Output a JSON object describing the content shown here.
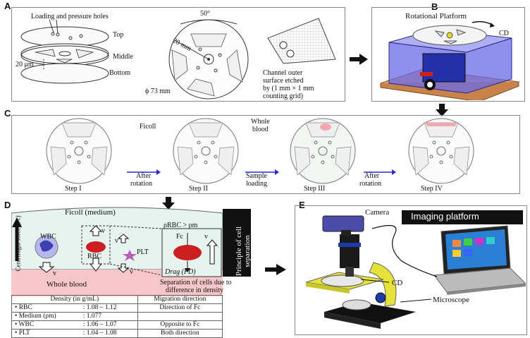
{
  "panelA": {
    "letter": "A",
    "holes_label": "Loading and pressure holes",
    "top": "Top",
    "middle": "Middle",
    "bottom": "Bottom",
    "thickness": "20 μm",
    "angle": "50°",
    "radius": "20 mm",
    "diameter": "ϕ 73 mm",
    "channel_text": [
      "Channel outer",
      "surface etched",
      "by (1 mm × 1 mm",
      "counting grid)"
    ]
  },
  "panelB": {
    "letter": "B",
    "platform": "Rotational Platform",
    "cd": "CD"
  },
  "panelC": {
    "letter": "C",
    "ficoll": "Ficoll",
    "whole_blood": [
      "Whole",
      "blood"
    ],
    "steps": [
      "Step I",
      "Step II",
      "Step III",
      "Step IV"
    ],
    "arrows": [
      [
        "After",
        "rotation"
      ],
      [
        "Sample",
        "loading"
      ],
      [
        "After",
        "rotation"
      ]
    ]
  },
  "panelD": {
    "letter": "D",
    "ficoll_medium": "Ficoll (medium)",
    "whole_blood": "Whole blood",
    "centrifugal": "Centrifugal force (Fc)",
    "wbc": "WBC",
    "rbc": "RBC",
    "plt": "PLT",
    "v": "v",
    "fc": "Fc",
    "drag": "Drag (FD)",
    "inequality": "ρRBC > ρm",
    "principle": "Principle of cell separation",
    "separation_note": [
      "Separation of cells due to",
      "difference in density"
    ],
    "table_header": [
      "Density (in g/mL)",
      "Migration direction"
    ],
    "table_rows": [
      [
        "•  RBC",
        ": 1.08 – 1.12",
        "Direction of Fc"
      ],
      [
        "•  Medium (ρm)",
        ": 1.077",
        ""
      ],
      [
        "•  WBC",
        ": 1.06 – 1.07",
        "Opposite to Fc"
      ],
      [
        "•  PLT",
        ": 1.04 – 1.08",
        "Both  direction"
      ]
    ]
  },
  "panelE": {
    "letter": "E",
    "camera": "Camera",
    "title": "Imaging platform",
    "cd": "CD",
    "microscope": "Microscope"
  },
  "colors": {
    "blood": "#f2a8ae",
    "rbc": "#cc1f1f",
    "wbc": "#3b3fb0",
    "ficoll": "#e6f3ee",
    "platform_blue": "#4a4ad8",
    "microscope_yellow": "#e5e23a"
  }
}
